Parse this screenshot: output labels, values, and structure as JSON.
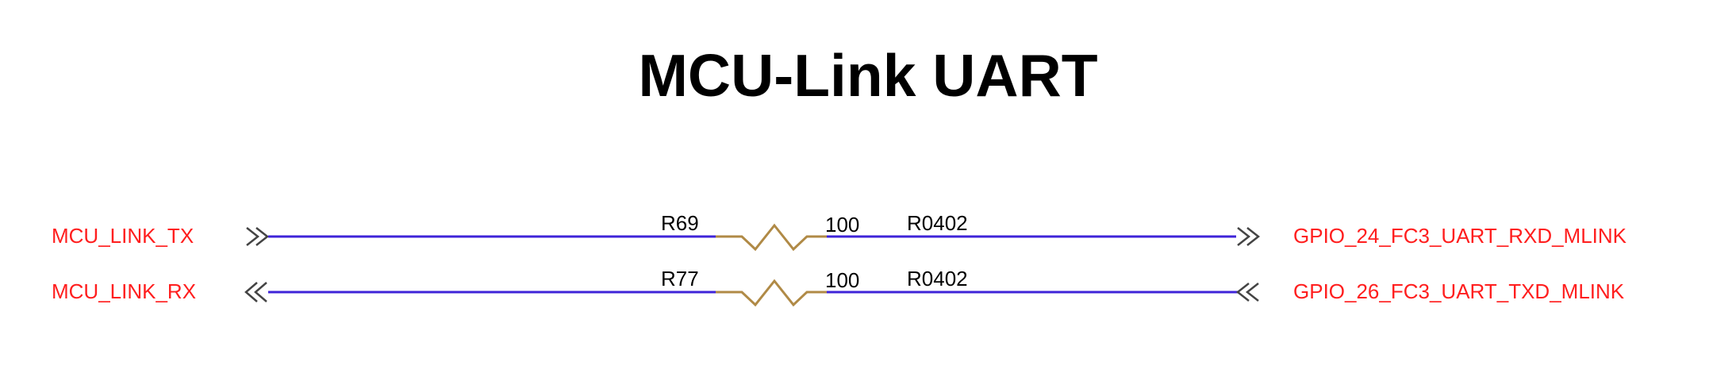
{
  "title": "MCU-Link UART",
  "colors": {
    "net_label": "#ff1e1e",
    "wire": "#3f24d8",
    "resistor": "#b08a46",
    "port_symbol": "#444444",
    "part_text": "#000000"
  },
  "rows": [
    {
      "left_net": "MCU_LINK_TX",
      "left_arrow": "»",
      "ref": "R69",
      "value": "100",
      "footprint": "R0402",
      "right_net": "GPIO_24_FC3_UART_RXD_MLINK",
      "right_arrow": "»",
      "direction": "output"
    },
    {
      "left_net": "MCU_LINK_RX",
      "left_arrow": "«",
      "ref": "R77",
      "value": "100",
      "footprint": "R0402",
      "right_net": "GPIO_26_FC3_UART_TXD_MLINK",
      "right_arrow": "«",
      "direction": "input"
    }
  ]
}
